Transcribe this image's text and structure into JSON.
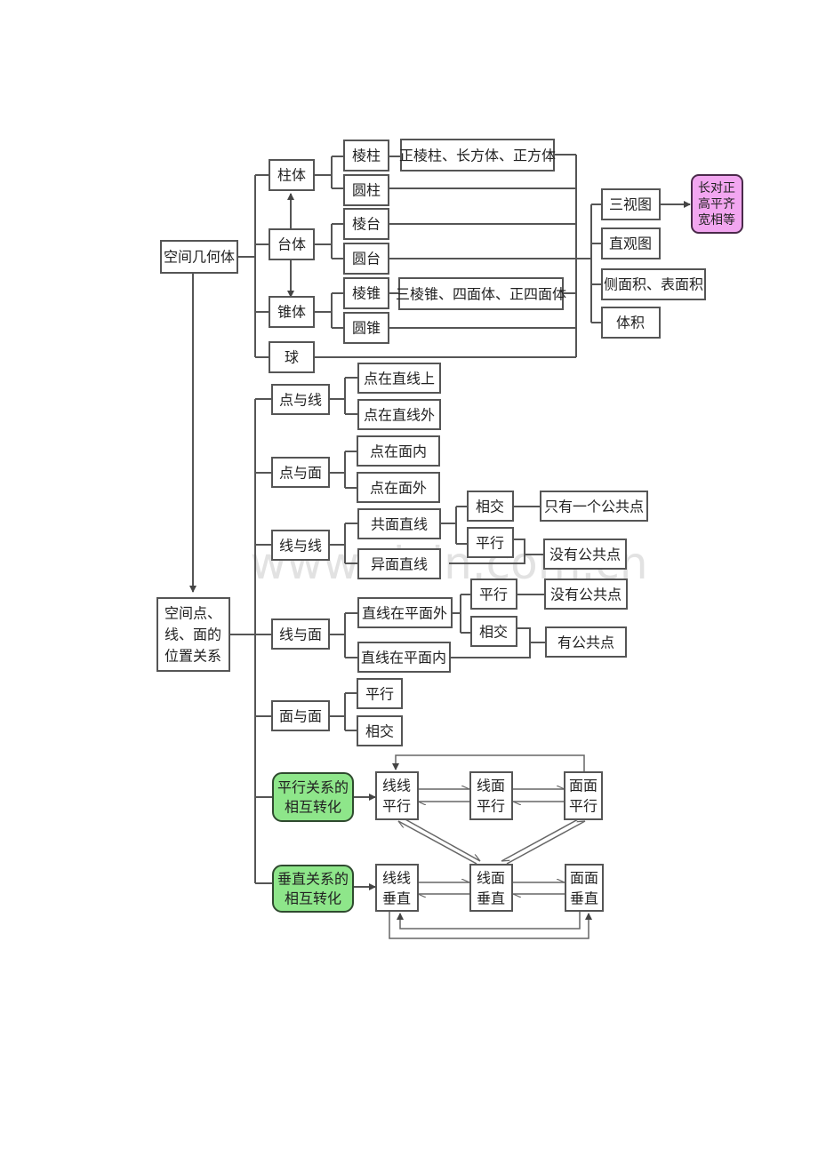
{
  "watermark": "www.zixin.com.cn",
  "colors": {
    "summary_box": "#f2a6f0",
    "transform_box": "#8ee68a",
    "line": "#555555"
  },
  "solids": {
    "root": "空间几何体",
    "prism_group": "柱体",
    "frustum_group": "台体",
    "cone_group": "锥体",
    "sphere": "球",
    "prism": "棱柱",
    "cylinder": "圆柱",
    "prism_frustum": "棱台",
    "cone_frustum": "圆台",
    "pyramid": "棱锥",
    "cone": "圆锥",
    "prism_examples": "正棱柱、长方体、正方体",
    "pyramid_examples": "三棱锥、四面体、正四面体",
    "views": "三视图",
    "views_rule": [
      "长对正",
      "高平齐",
      "宽相等"
    ],
    "intuitive": "直观图",
    "area": "侧面积、表面积",
    "volume": "体积"
  },
  "relations": {
    "root": [
      "空间点、",
      "线、面的",
      "位置关系"
    ],
    "point_line": "点与线",
    "point_on_line": "点在直线上",
    "point_off_line": "点在直线外",
    "point_plane": "点与面",
    "point_in_plane": "点在面内",
    "point_off_plane": "点在面外",
    "line_line": "线与线",
    "coplanar": "共面直线",
    "skew": "异面直线",
    "intersect": "相交",
    "parallel": "平行",
    "one_common_point": "只有一个公共点",
    "no_common_point": "没有公共点",
    "line_plane": "线与面",
    "line_outside_plane": "直线在平面外",
    "line_in_plane": "直线在平面内",
    "lp_parallel": "平行",
    "lp_intersect": "相交",
    "lp_no_common": "没有公共点",
    "lp_has_common": "有公共点",
    "plane_plane": "面与面",
    "pp_parallel": "平行",
    "pp_intersect": "相交"
  },
  "transforms": {
    "parallel_title": [
      "平行关系的",
      "相互转化"
    ],
    "perp_title": [
      "垂直关系的",
      "相互转化"
    ],
    "ll_parallel": [
      "线线",
      "平行"
    ],
    "lp_parallel": [
      "线面",
      "平行"
    ],
    "pp_parallel": [
      "面面",
      "平行"
    ],
    "ll_perp": [
      "线线",
      "垂直"
    ],
    "lp_perp": [
      "线面",
      "垂直"
    ],
    "pp_perp": [
      "面面",
      "垂直"
    ]
  }
}
